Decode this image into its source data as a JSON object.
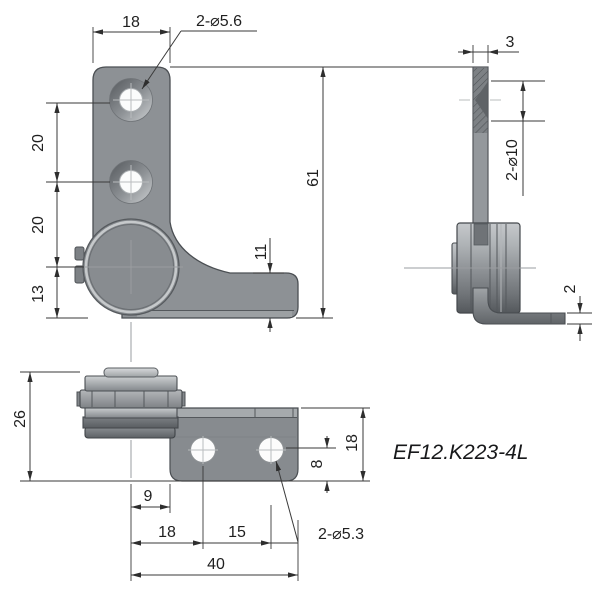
{
  "part_label": "EF12.K223-4L",
  "colors": {
    "background": "#ffffff",
    "part_fill": "#8d9195",
    "outline": "#4b4f53",
    "dimension_lines": "#3a3a3a",
    "text": "#1f1f1f",
    "rim_highlight": "#c6c9cb"
  },
  "dims": {
    "front_width": "18",
    "front_holes": "2-⌀5.6",
    "front_pitch_a": "20",
    "front_pitch_b": "20",
    "front_bottom": "13",
    "front_height": "61",
    "front_arm_height": "11",
    "side_thickness": "3",
    "side_countersink": "2-⌀10",
    "side_foot_thickness": "2",
    "bottom_height": "26",
    "bottom_offset": "9",
    "bottom_pitch_a": "18",
    "bottom_pitch_b": "15",
    "bottom_total": "40",
    "bottom_holes": "2-⌀5.3",
    "bottom_edge_offset": "8",
    "bottom_plate_width": "18"
  }
}
